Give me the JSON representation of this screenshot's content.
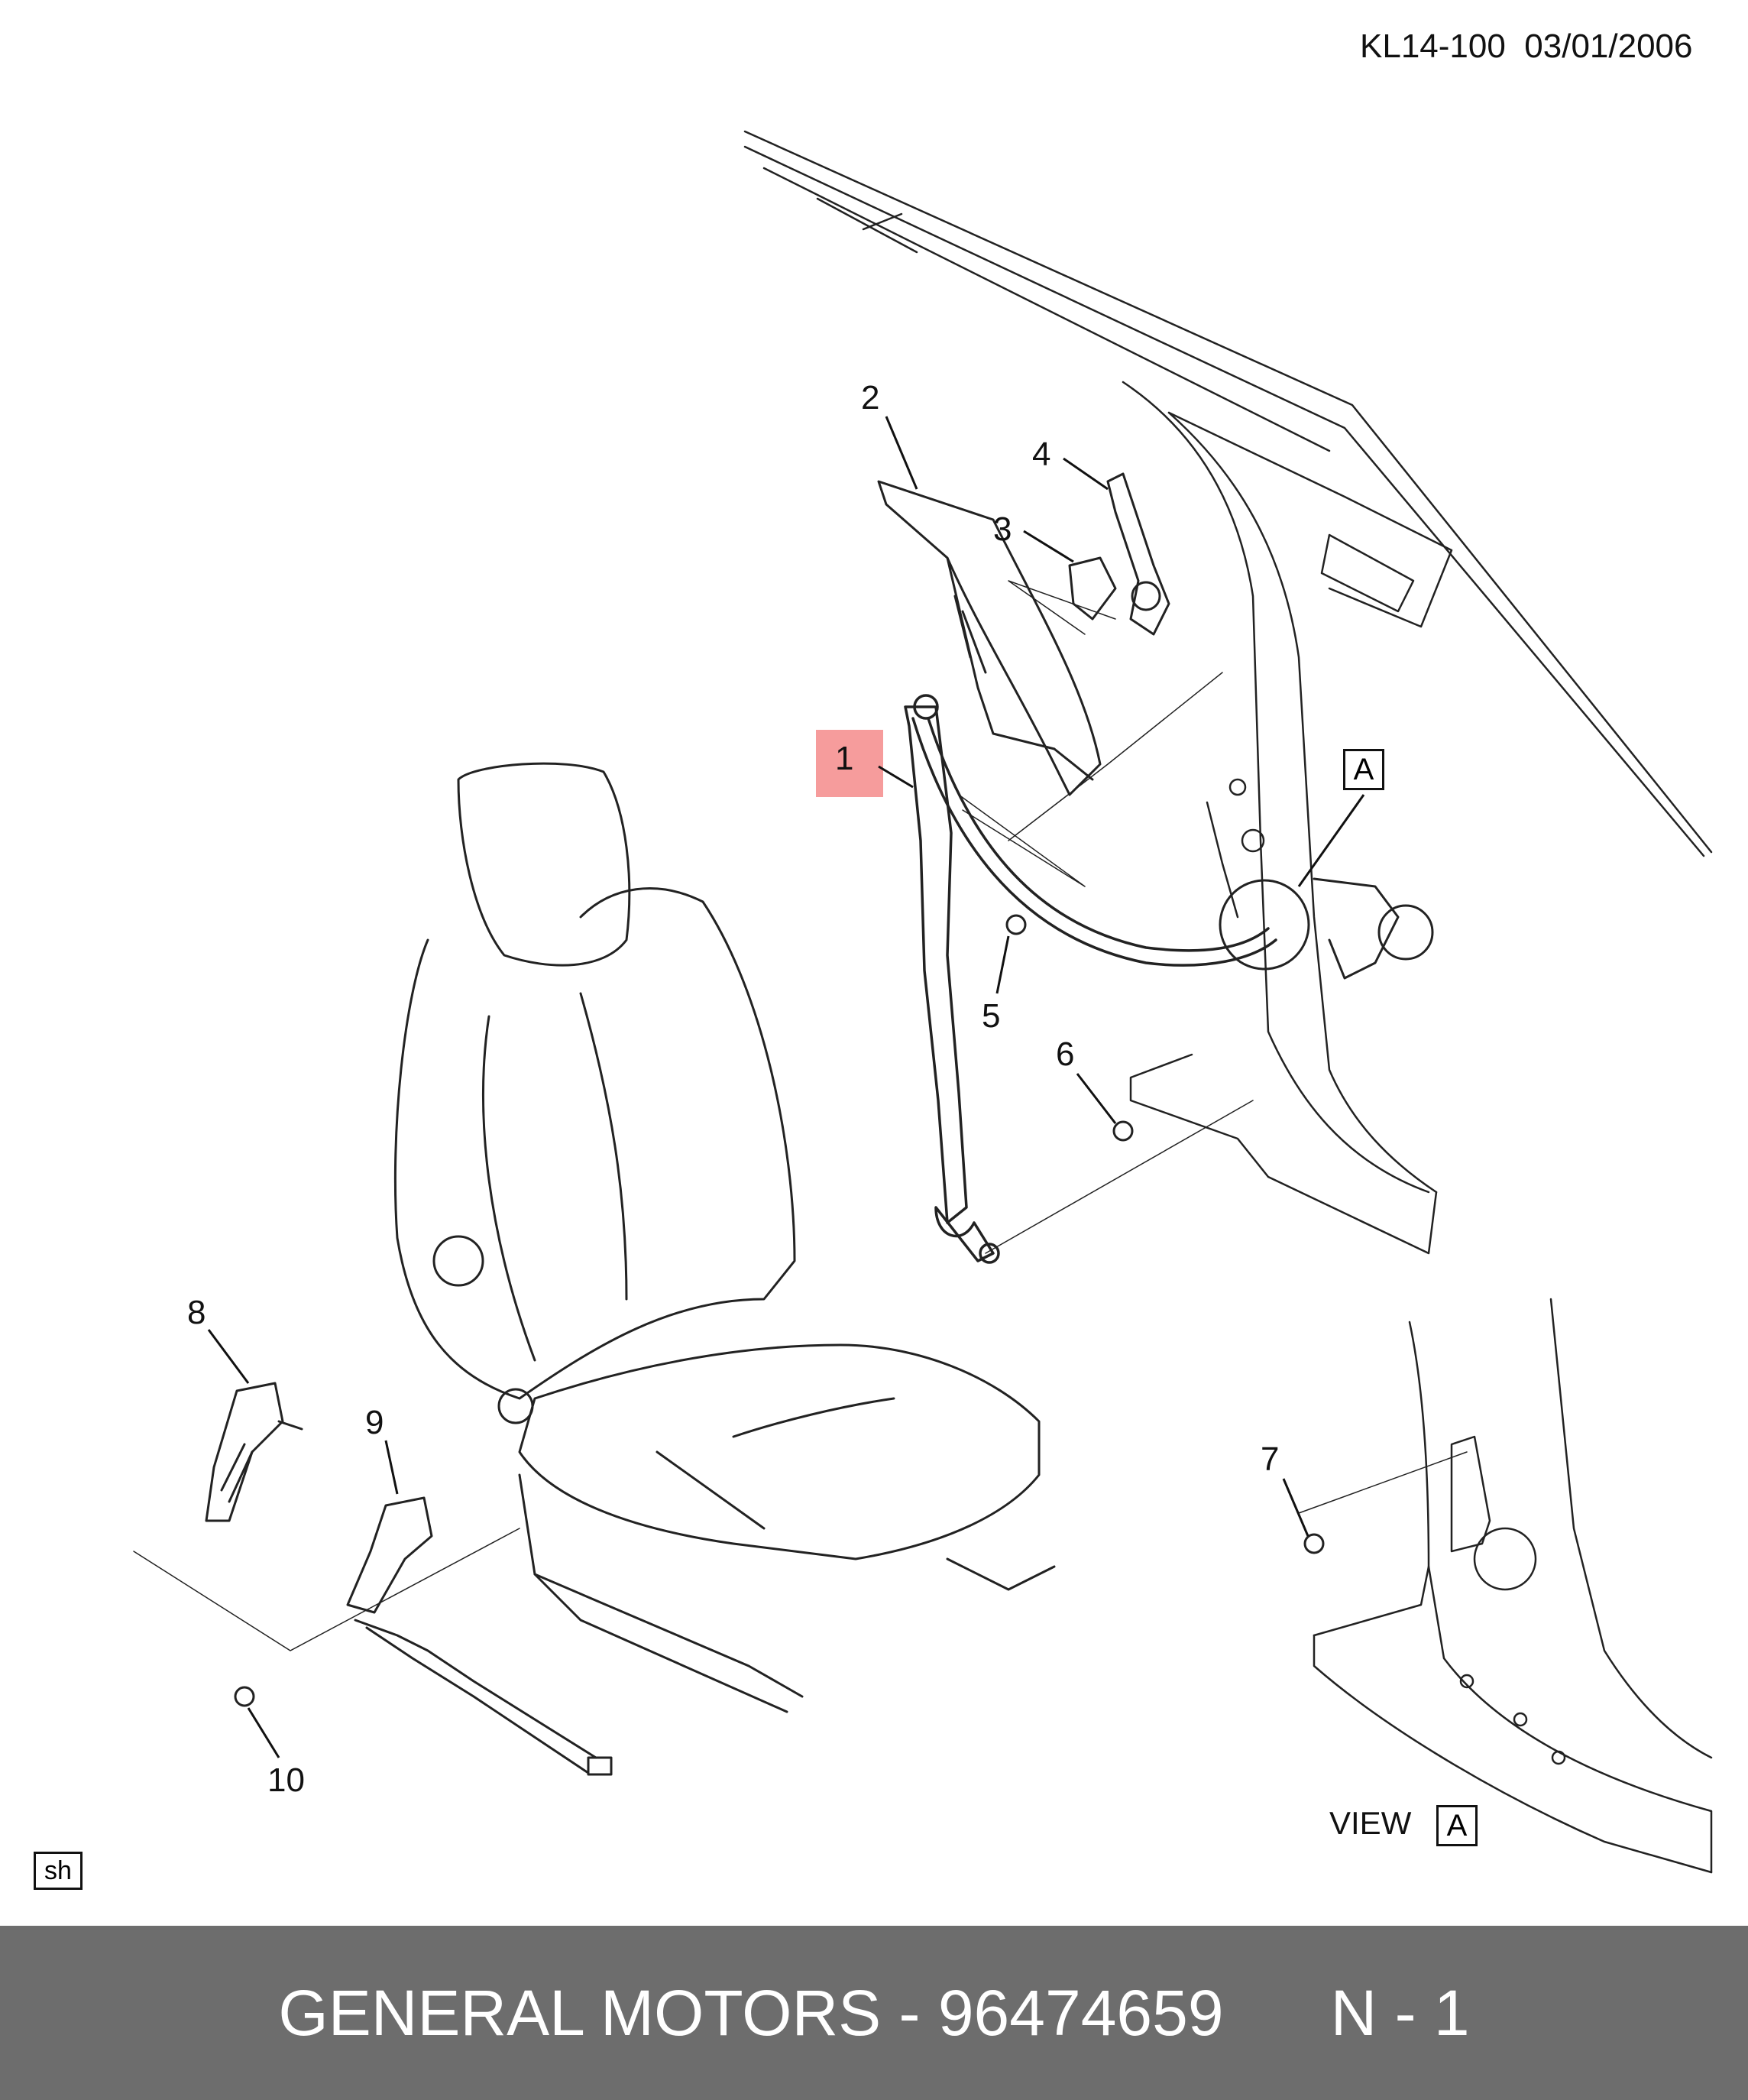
{
  "header": {
    "ref_code": "KL14-100",
    "date": "03/01/2006"
  },
  "callouts": [
    "1",
    "2",
    "3",
    "4",
    "5",
    "6",
    "7",
    "8",
    "9",
    "10"
  ],
  "view_marker": "A",
  "view_label": {
    "prefix": "VIEW",
    "letter": "A"
  },
  "corner_tag": "sh",
  "footer": {
    "brand": "GENERAL MOTORS",
    "separator": "-",
    "part_number": "96474659",
    "page": "N - 1"
  },
  "highlight_color": "#f48b8b",
  "footer_color": "#6d6d6d"
}
